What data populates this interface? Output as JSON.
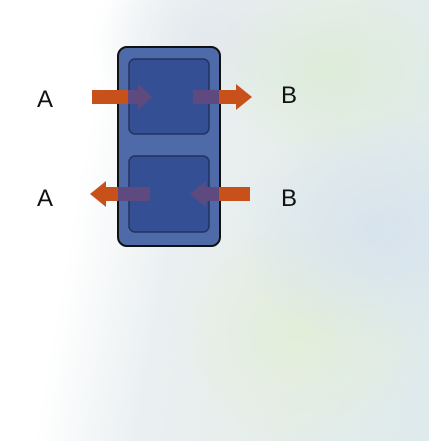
{
  "labels": {
    "top_left": "A",
    "top_right": "B",
    "bottom_left": "A",
    "bottom_right": "B"
  },
  "colors": {
    "container": "#4f6aa8",
    "container_border": "#111111",
    "cell": "#344f93",
    "cell_border": "#22335f",
    "arrow": "#c8501a",
    "arrow_overlap": "#5f4a80"
  }
}
